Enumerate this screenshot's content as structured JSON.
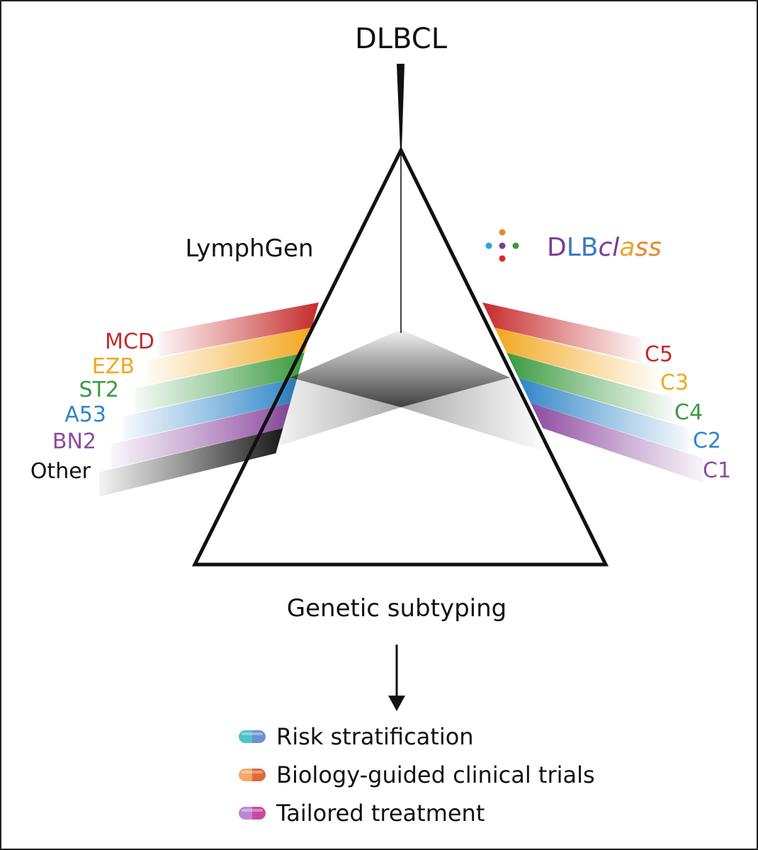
{
  "title": "DLBCL",
  "left_label": "LymphGen",
  "right_label": {
    "prefix": "DLB",
    "suffix": "class",
    "letter_colors": [
      "#7b3a96",
      "#3b7bbf",
      "#3b7bbf",
      "#7b3a96",
      "#7b3a96",
      "#e8a531",
      "#e8862f",
      "#e8862f"
    ],
    "dot_colors": [
      "#e8862f",
      "#22a7e0",
      "#7b3a96",
      "#3a9a40",
      "#d42b27"
    ]
  },
  "left_bands": [
    {
      "label": "MCD",
      "color": "#c62a2a"
    },
    {
      "label": "EZB",
      "color": "#f2a71e"
    },
    {
      "label": "ST2",
      "color": "#3a9a40"
    },
    {
      "label": "A53",
      "color": "#2f85c8"
    },
    {
      "label": "BN2",
      "color": "#8d4ba0"
    },
    {
      "label": "Other",
      "color": "#1a1a1a"
    }
  ],
  "right_bands": [
    {
      "label": "C5",
      "color": "#c62a2a"
    },
    {
      "label": "C3",
      "color": "#f2a71e"
    },
    {
      "label": "C4",
      "color": "#3a9a40"
    },
    {
      "label": "C2",
      "color": "#2f85c8"
    },
    {
      "label": "C1",
      "color": "#8d4ba0"
    }
  ],
  "subtitle": "Genetic subtyping",
  "outcomes": [
    {
      "label": "Risk stratification",
      "pill_colors": [
        "#4fc3c7",
        "#6f8fd6"
      ]
    },
    {
      "label": "Biology-guided clinical trials",
      "pill_colors": [
        "#f2a86a",
        "#e0683d"
      ]
    },
    {
      "label": "Tailored treatment",
      "pill_colors": [
        "#b98ad2",
        "#c94b9e"
      ]
    }
  ]
}
